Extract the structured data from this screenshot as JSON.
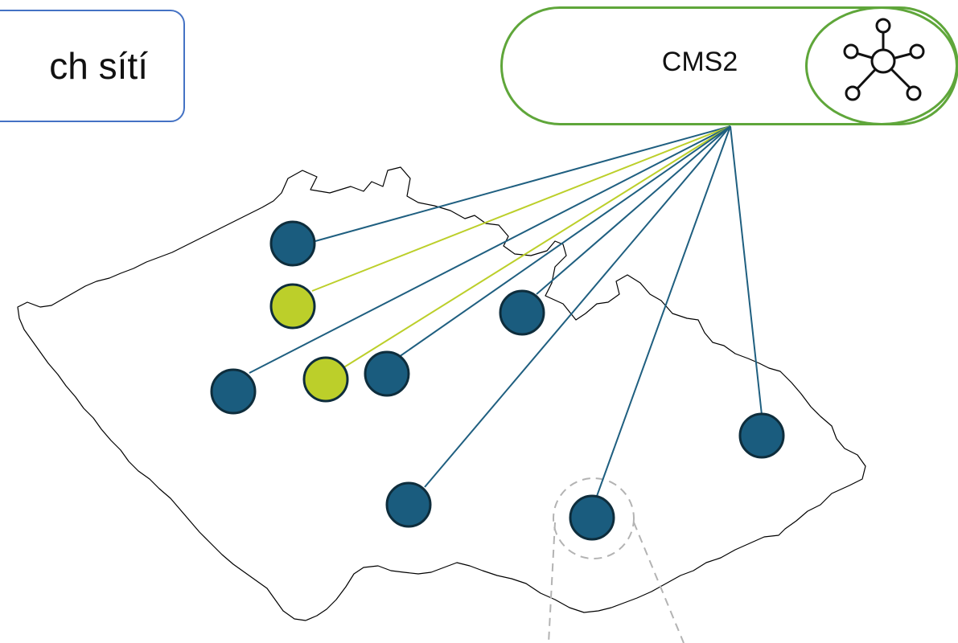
{
  "header": {
    "title": "ch sítí"
  },
  "hub": {
    "label": "CMS2",
    "icon": "network-hub-icon"
  },
  "colors": {
    "blue_node": "#1a5c7e",
    "yellow_node": "#bccf2a",
    "node_border": "#0e2d3c",
    "blue_line": "#1f5f80",
    "yellow_line": "#bccf2a",
    "hub_border": "#5fa63a",
    "title_border": "#4472c4"
  },
  "nodes": [
    {
      "id": "n1",
      "color": "blue"
    },
    {
      "id": "n2",
      "color": "yellow"
    },
    {
      "id": "n3",
      "color": "blue"
    },
    {
      "id": "n4",
      "color": "yellow"
    },
    {
      "id": "n5",
      "color": "blue"
    },
    {
      "id": "n6",
      "color": "blue"
    },
    {
      "id": "n7",
      "color": "blue"
    },
    {
      "id": "n8",
      "color": "blue"
    },
    {
      "id": "n9",
      "color": "blue"
    }
  ]
}
